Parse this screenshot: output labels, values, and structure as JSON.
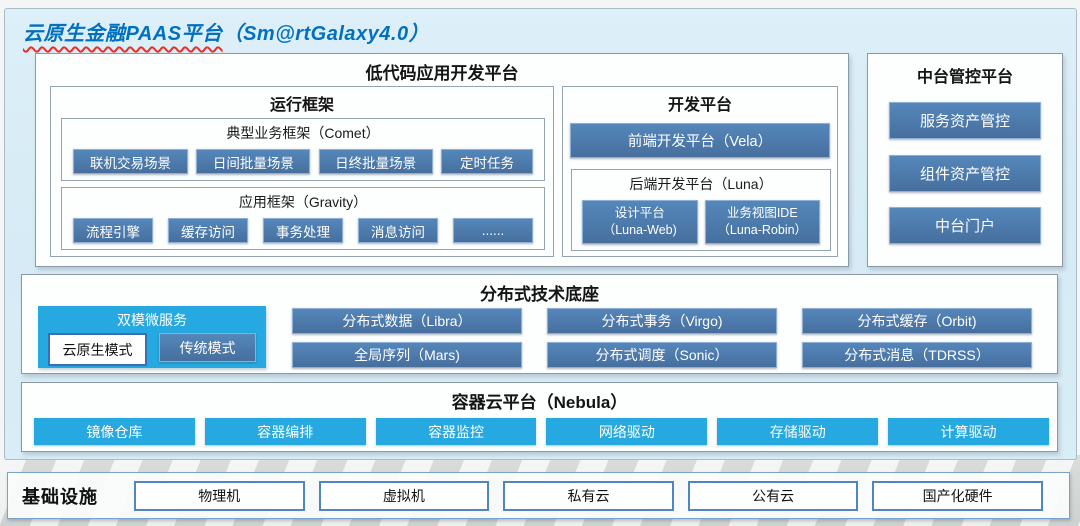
{
  "title": {
    "main": "云原生金融PAAS平台",
    "suffix": "（Sm@rtGalaxy4.0）"
  },
  "lowcode": {
    "title": "低代码应用开发平台",
    "runtime": {
      "title": "运行框架",
      "comet": {
        "title": "典型业务框架（Comet）",
        "items": [
          "联机交易场景",
          "日间批量场景",
          "日终批量场景",
          "定时任务"
        ]
      },
      "gravity": {
        "title": "应用框架（Gravity）",
        "items": [
          "流程引擎",
          "缓存访问",
          "事务处理",
          "消息访问",
          "......"
        ]
      }
    },
    "dev": {
      "title": "开发平台",
      "vela": "前端开发平台（Vela）",
      "luna": {
        "title": "后端开发平台（Luna）",
        "items": [
          {
            "line1": "设计平台",
            "line2": "（Luna-Web)"
          },
          {
            "line1": "业务视图IDE",
            "line2": "（Luna-Robin）"
          }
        ]
      }
    }
  },
  "midplatform": {
    "title": "中台管控平台",
    "items": [
      "服务资产管控",
      "组件资产管控",
      "中台门户"
    ]
  },
  "distributed": {
    "title": "分布式技术底座",
    "dual": {
      "title": "双模微服务",
      "cloud_native": "云原生模式",
      "traditional": "传统模式"
    },
    "items": [
      "分布式数据（Libra）",
      "分布式事务（Virgo)",
      "分布式缓存（Orbit)",
      "全局序列（Mars)",
      "分布式调度（Sonic）",
      "分布式消息（TDRSS）"
    ]
  },
  "container": {
    "title": "容器云平台（Nebula）",
    "items": [
      "镜像仓库",
      "容器编排",
      "容器监控",
      "网络驱动",
      "存储驱动",
      "计算驱动"
    ]
  },
  "infrastructure": {
    "title": "基础设施",
    "items": [
      "物理机",
      "虚拟机",
      "私有云",
      "公有云",
      "国产化硬件"
    ]
  },
  "colors": {
    "steel_blue": "#4c7db3",
    "cyan": "#26a9e0",
    "panel_blue": "#d9edf6",
    "title_blue": "#0070c0",
    "underline_red": "#e8302a"
  }
}
